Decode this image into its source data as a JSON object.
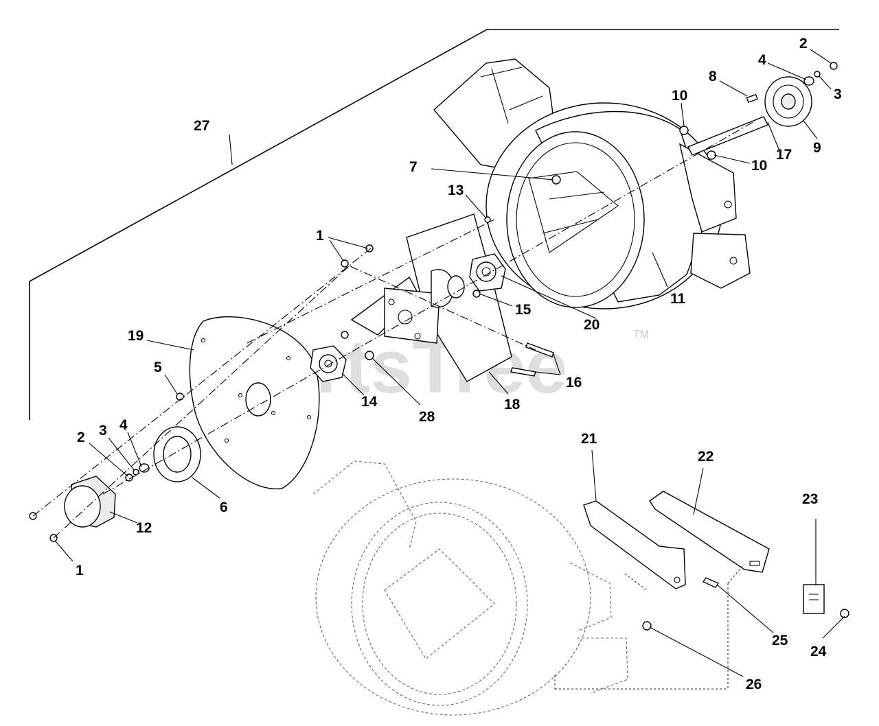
{
  "diagram": {
    "watermark": "PartsTree",
    "watermark_tm": "TM",
    "callouts": [
      {
        "id": "c1a",
        "label": "1"
      },
      {
        "id": "c1b",
        "label": "1"
      },
      {
        "id": "c2a",
        "label": "2"
      },
      {
        "id": "c2b",
        "label": "2"
      },
      {
        "id": "c3a",
        "label": "3"
      },
      {
        "id": "c3b",
        "label": "3"
      },
      {
        "id": "c4a",
        "label": "4"
      },
      {
        "id": "c4b",
        "label": "4"
      },
      {
        "id": "c5",
        "label": "5"
      },
      {
        "id": "c6",
        "label": "6"
      },
      {
        "id": "c7",
        "label": "7"
      },
      {
        "id": "c8",
        "label": "8"
      },
      {
        "id": "c9",
        "label": "9"
      },
      {
        "id": "c10a",
        "label": "10"
      },
      {
        "id": "c10b",
        "label": "10"
      },
      {
        "id": "c11",
        "label": "11"
      },
      {
        "id": "c12",
        "label": "12"
      },
      {
        "id": "c13",
        "label": "13"
      },
      {
        "id": "c14",
        "label": "14"
      },
      {
        "id": "c15",
        "label": "15"
      },
      {
        "id": "c16",
        "label": "16"
      },
      {
        "id": "c17",
        "label": "17"
      },
      {
        "id": "c18",
        "label": "18"
      },
      {
        "id": "c19",
        "label": "19"
      },
      {
        "id": "c20",
        "label": "20"
      },
      {
        "id": "c21",
        "label": "21"
      },
      {
        "id": "c22",
        "label": "22"
      },
      {
        "id": "c23",
        "label": "23"
      },
      {
        "id": "c24",
        "label": "24"
      },
      {
        "id": "c25",
        "label": "25"
      },
      {
        "id": "c26",
        "label": "26"
      },
      {
        "id": "c27",
        "label": "27"
      },
      {
        "id": "c28",
        "label": "28"
      }
    ]
  }
}
